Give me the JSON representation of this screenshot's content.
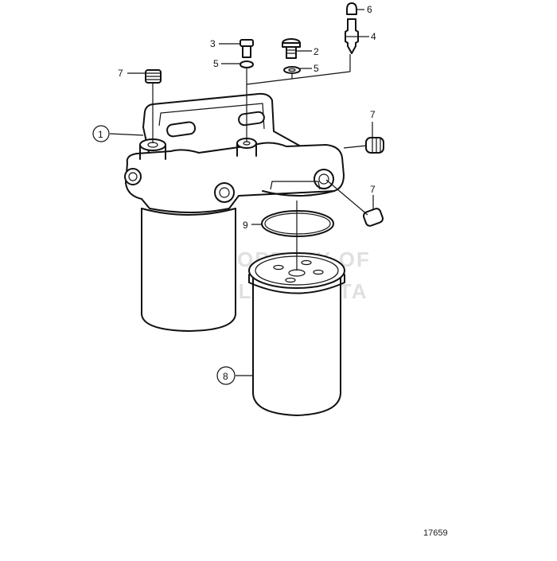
{
  "diagram": {
    "type": "exploded parts diagram",
    "subject": "fuel filter assembly",
    "drawing_number": "17659",
    "watermark": {
      "line1": "PROPERTY OF",
      "line2": "VOLVO PENTA"
    },
    "callouts": [
      {
        "id": "c1",
        "number": "1",
        "circled": true,
        "part": "filter-housing-bracket"
      },
      {
        "id": "c2",
        "number": "2",
        "circled": false,
        "part": "plug"
      },
      {
        "id": "c3",
        "number": "3",
        "circled": false,
        "part": "bolt"
      },
      {
        "id": "c4",
        "number": "4",
        "circled": false,
        "part": "bleed-nipple"
      },
      {
        "id": "c5a",
        "number": "5",
        "circled": false,
        "part": "washer"
      },
      {
        "id": "c5b",
        "number": "5",
        "circled": false,
        "part": "washer"
      },
      {
        "id": "c6",
        "number": "6",
        "circled": false,
        "part": "protective-cap"
      },
      {
        "id": "c7a",
        "number": "7",
        "circled": false,
        "part": "plug-top-left"
      },
      {
        "id": "c7b",
        "number": "7",
        "circled": false,
        "part": "plug-right-upper"
      },
      {
        "id": "c7c",
        "number": "7",
        "circled": false,
        "part": "plug-right-lower"
      },
      {
        "id": "c8",
        "number": "8",
        "circled": true,
        "part": "filter-cartridge"
      },
      {
        "id": "c9",
        "number": "9",
        "circled": false,
        "part": "sealing-ring"
      }
    ],
    "colors": {
      "line": "#111111",
      "background": "#ffffff",
      "watermark": "#c8c8c8"
    }
  }
}
